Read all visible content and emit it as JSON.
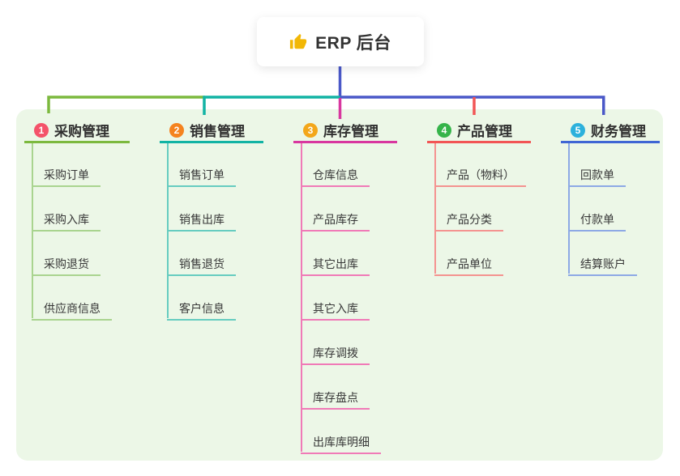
{
  "root": {
    "label": "ERP 后台",
    "icon": "thumbs-up-icon",
    "icon_color": "#f2b705"
  },
  "connector": {
    "stem_color": "#4a58c8"
  },
  "background_color": "#ecf7e7",
  "branches": [
    {
      "badge": "1",
      "label": "采购管理",
      "color": "#7cb93e",
      "child_color": "#a9d48f",
      "badge_color": "#f4536a",
      "children": [
        "采购订单",
        "采购入库",
        "采购退货",
        "供应商信息"
      ]
    },
    {
      "badge": "2",
      "label": "销售管理",
      "color": "#12b3a4",
      "child_color": "#66ccc0",
      "badge_color": "#f5831f",
      "children": [
        "销售订单",
        "销售出库",
        "销售退货",
        "客户信息"
      ]
    },
    {
      "badge": "3",
      "label": "库存管理",
      "color": "#d8379f",
      "child_color": "#f07ab7",
      "badge_color": "#f3a71b",
      "children": [
        "仓库信息",
        "产品库存",
        "其它出库",
        "其它入库",
        "库存调拨",
        "库存盘点",
        "出库库明细"
      ]
    },
    {
      "badge": "4",
      "label": "产品管理",
      "color": "#f25555",
      "child_color": "#f49390",
      "badge_color": "#35b44a",
      "children": [
        "产品（物料）",
        "产品分类",
        "产品单位"
      ]
    },
    {
      "badge": "5",
      "label": "财务管理",
      "color": "#3f66d4",
      "child_color": "#8da9e5",
      "badge_color": "#2cb1dc",
      "children": [
        "回款单",
        "付款单",
        "结算账户"
      ]
    }
  ]
}
